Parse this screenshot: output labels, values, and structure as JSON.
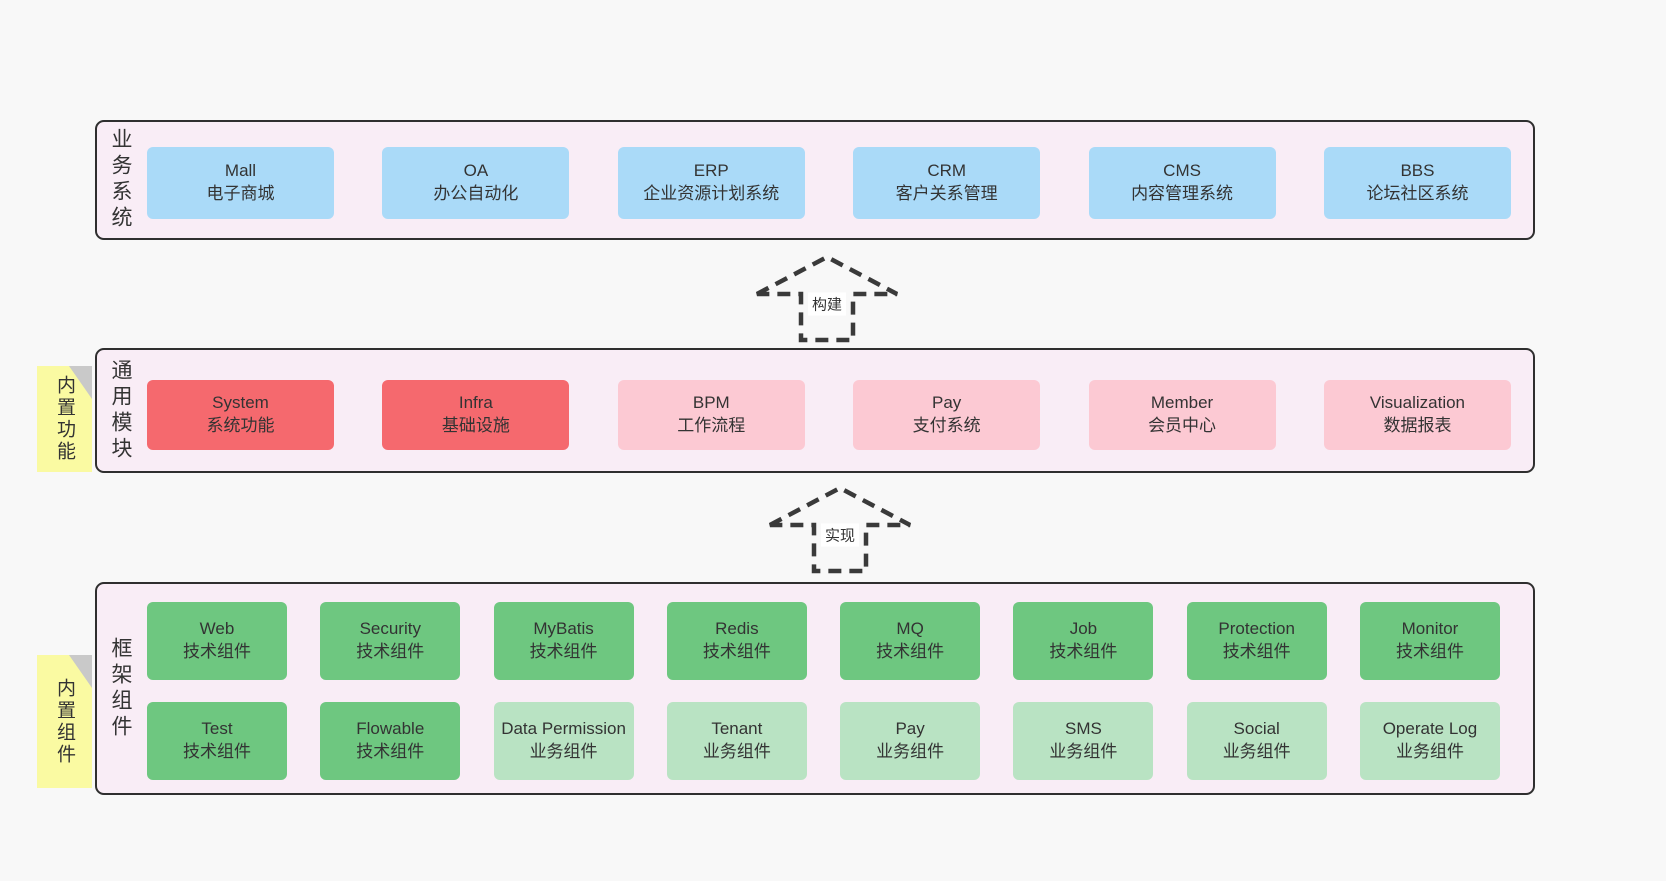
{
  "colors": {
    "page_bg": "#f8f8f8",
    "panel_bg": "#f9edf6",
    "panel_border": "#2f2f2f",
    "blue": "#aadaf8",
    "red": "#f5696e",
    "pink": "#fcc9d3",
    "green_dark": "#6ec780",
    "green_light": "#b9e3c3",
    "sticky_yellow": "#fafaa2",
    "sticky_fold": "#c9c9c9",
    "text": "#333333"
  },
  "sections": {
    "business": {
      "side_label": "业务系统",
      "boxes": [
        {
          "title": "Mall",
          "subtitle": "电子商城"
        },
        {
          "title": "OA",
          "subtitle": "办公自动化"
        },
        {
          "title": "ERP",
          "subtitle": "企业资源计划系统"
        },
        {
          "title": "CRM",
          "subtitle": "客户关系管理"
        },
        {
          "title": "CMS",
          "subtitle": "内容管理系统"
        },
        {
          "title": "BBS",
          "subtitle": "论坛社区系统"
        }
      ]
    },
    "modules": {
      "side_label": "通用模块",
      "sticky_label": "内置功能",
      "boxes": [
        {
          "title": "System",
          "subtitle": "系统功能",
          "variant": "red"
        },
        {
          "title": "Infra",
          "subtitle": "基础设施",
          "variant": "red"
        },
        {
          "title": "BPM",
          "subtitle": "工作流程",
          "variant": "pink"
        },
        {
          "title": "Pay",
          "subtitle": "支付系统",
          "variant": "pink"
        },
        {
          "title": "Member",
          "subtitle": "会员中心",
          "variant": "pink"
        },
        {
          "title": "Visualization",
          "subtitle": "数据报表",
          "variant": "pink"
        }
      ]
    },
    "framework": {
      "side_label": "框架组件",
      "sticky_label": "内置组件",
      "row1": [
        {
          "title": "Web",
          "subtitle": "技术组件",
          "variant": "green-dark"
        },
        {
          "title": "Security",
          "subtitle": "技术组件",
          "variant": "green-dark"
        },
        {
          "title": "MyBatis",
          "subtitle": "技术组件",
          "variant": "green-dark"
        },
        {
          "title": "Redis",
          "subtitle": "技术组件",
          "variant": "green-dark"
        },
        {
          "title": "MQ",
          "subtitle": "技术组件",
          "variant": "green-dark"
        },
        {
          "title": "Job",
          "subtitle": "技术组件",
          "variant": "green-dark"
        },
        {
          "title": "Protection",
          "subtitle": "技术组件",
          "variant": "green-dark"
        },
        {
          "title": "Monitor",
          "subtitle": "技术组件",
          "variant": "green-dark"
        }
      ],
      "row2": [
        {
          "title": "Test",
          "subtitle": "技术组件",
          "variant": "green-dark"
        },
        {
          "title": "Flowable",
          "subtitle": "技术组件",
          "variant": "green-dark"
        },
        {
          "title": "Data Permission",
          "subtitle": "业务组件",
          "variant": "green-light"
        },
        {
          "title": "Tenant",
          "subtitle": "业务组件",
          "variant": "green-light"
        },
        {
          "title": "Pay",
          "subtitle": "业务组件",
          "variant": "green-light"
        },
        {
          "title": "SMS",
          "subtitle": "业务组件",
          "variant": "green-light"
        },
        {
          "title": "Social",
          "subtitle": "业务组件",
          "variant": "green-light"
        },
        {
          "title": "Operate Log",
          "subtitle": "业务组件",
          "variant": "green-light"
        }
      ]
    }
  },
  "arrows": {
    "build": {
      "label": "构建"
    },
    "implement": {
      "label": "实现"
    }
  }
}
